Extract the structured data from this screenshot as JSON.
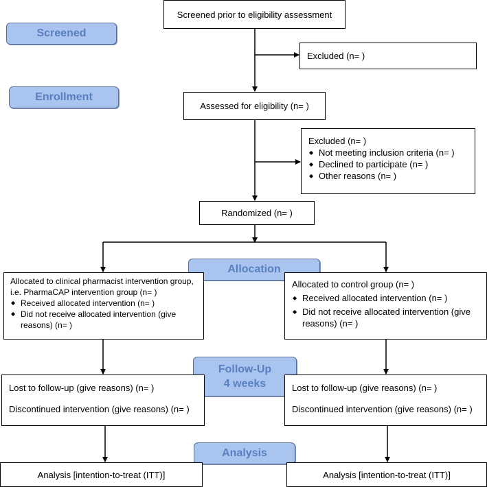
{
  "stages": {
    "screened": "Screened",
    "enrollment": "Enrollment",
    "allocation": "Allocation",
    "followup_line1": "Follow-Up",
    "followup_line2": "4 weeks",
    "analysis": "Analysis"
  },
  "screened_box": "Screened prior to eligibility assessment",
  "excluded_1": "Excluded (n=   )",
  "assessed": "Assessed for eligibility (n=   )",
  "excluded_2": {
    "title": "Excluded (n=   )",
    "items": [
      "Not meeting inclusion criteria (n=   )",
      "Declined to participate (n=   )",
      "Other reasons (n=   )"
    ]
  },
  "randomized": "Randomized (n=   )",
  "left_alloc": {
    "line1": "Allocated to clinical pharmacist intervention group,",
    "line2": "i.e. PharmaCAP intervention group (n=   )",
    "items": [
      "Received allocated intervention (n=   )",
      "Did not receive allocated intervention (give reasons) (n=   )"
    ]
  },
  "right_alloc": {
    "line1": "Allocated to control group (n=   )",
    "items": [
      "Received allocated intervention (n=   )",
      "Did not receive allocated intervention (give reasons) (n=   )"
    ]
  },
  "followup_left": {
    "lost": "Lost to follow-up (give reasons) (n=   )",
    "discontinued": "Discontinued intervention (give reasons) (n=   )"
  },
  "followup_right": {
    "lost": "Lost to follow-up (give reasons) (n=   )",
    "discontinued": "Discontinued intervention (give reasons) (n=   )"
  },
  "analysis_left": "Analysis [intention-to-treat (ITT)]",
  "analysis_right": "Analysis [intention-to-treat (ITT)]"
}
